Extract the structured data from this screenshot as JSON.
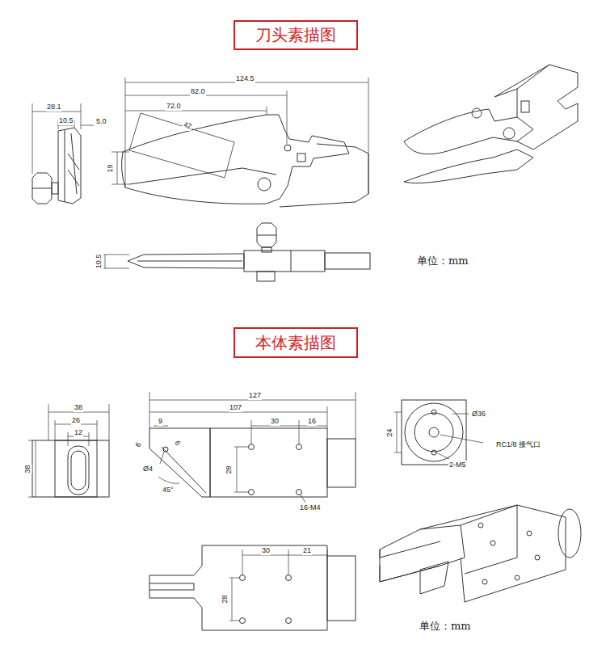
{
  "diagram": {
    "nodes": [
      {
        "text": [
          "刀头素描图"
        ]
      },
      {
        "text": [
          "本体素描图"
        ]
      }
    ],
    "labels": [
      "124.5",
      "82.0",
      "72.0",
      "42",
      "28.1",
      "10.5",
      "5.0",
      "19",
      "10.5",
      "单位：mm",
      "38",
      "26",
      "12",
      "38",
      "127",
      "107",
      "9",
      "30",
      "16",
      "6",
      "6",
      "Ø4",
      "45°",
      "28",
      "16-M4",
      "24",
      "Ø36",
      "RC1/8 接气口",
      "2-M5",
      "30",
      "21",
      "28",
      "单位：mm"
    ]
  }
}
